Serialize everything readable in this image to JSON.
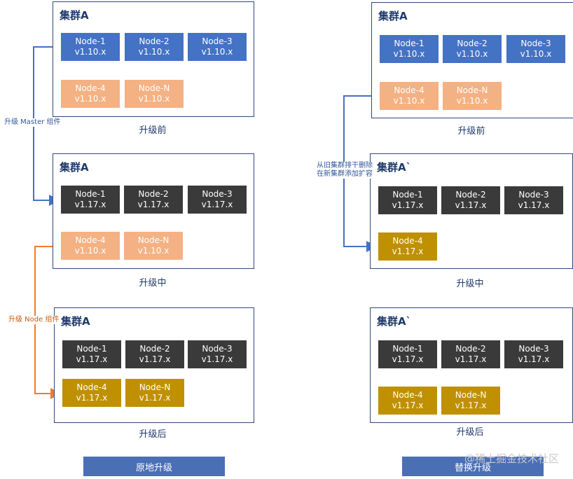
{
  "left": {
    "clusters": [
      {
        "title": "集群A",
        "caption": "升级前",
        "nodes": [
          {
            "name": "Node-1",
            "version": "v1.10.x"
          },
          {
            "name": "Node-2",
            "version": "v1.10.x"
          },
          {
            "name": "Node-3",
            "version": "v1.10.x"
          },
          {
            "name": "Node-4",
            "version": "v1.10.x"
          },
          {
            "name": "Node-N",
            "version": "v1.10.x"
          }
        ]
      },
      {
        "title": "集群A",
        "caption": "升级中",
        "nodes": [
          {
            "name": "Node-1",
            "version": "v1.17.x"
          },
          {
            "name": "Node-2",
            "version": "v1.17.x"
          },
          {
            "name": "Node-3",
            "version": "v1.17.x"
          },
          {
            "name": "Node-4",
            "version": "v1.10.x"
          },
          {
            "name": "Node-N",
            "version": "v1.10.x"
          }
        ]
      },
      {
        "title": "集群A",
        "caption": "升级后",
        "nodes": [
          {
            "name": "Node-1",
            "version": "v1.17.x"
          },
          {
            "name": "Node-2",
            "version": "v1.17.x"
          },
          {
            "name": "Node-3",
            "version": "v1.17.x"
          },
          {
            "name": "Node-4",
            "version": "v1.17.x"
          },
          {
            "name": "Node-N",
            "version": "v1.17.x"
          }
        ]
      }
    ],
    "arrow_master_label": "升级 Master 组件",
    "arrow_node_label": "升级 Node 组件",
    "footer_label": "原地升级"
  },
  "right": {
    "clusters": [
      {
        "title": "集群A",
        "caption": "升级前",
        "nodes": [
          {
            "name": "Node-1",
            "version": "v1.10.x"
          },
          {
            "name": "Node-2",
            "version": "v1.10.x"
          },
          {
            "name": "Node-3",
            "version": "v1.10.x"
          },
          {
            "name": "Node-4",
            "version": "v1.10.x"
          },
          {
            "name": "Node-N",
            "version": "v1.10.x"
          }
        ]
      },
      {
        "title": "集群A`",
        "caption": "升级中",
        "nodes": [
          {
            "name": "Node-1",
            "version": "v1.17.x"
          },
          {
            "name": "Node-2",
            "version": "v1.17.x"
          },
          {
            "name": "Node-3",
            "version": "v1.17.x"
          },
          {
            "name": "Node-4",
            "version": "v1.17.x"
          }
        ]
      },
      {
        "title": "集群A`",
        "caption": "升级后",
        "nodes": [
          {
            "name": "Node-1",
            "version": "v1.17.x"
          },
          {
            "name": "Node-2",
            "version": "v1.17.x"
          },
          {
            "name": "Node-3",
            "version": "v1.17.x"
          },
          {
            "name": "Node-4",
            "version": "v1.17.x"
          },
          {
            "name": "Node-N",
            "version": "v1.17.x"
          }
        ]
      }
    ],
    "arrow_label_line1": "从旧集群排干删除",
    "arrow_label_line2": "在新集群添加扩容",
    "footer_label": "替换升级"
  },
  "watermark": "@稀土掘金技术社区",
  "colors": {
    "blue_node": "#4472c4",
    "salmon_node": "#f4b183",
    "dark_node": "#3a3a3a",
    "gold_node": "#bf9000",
    "blue_arrow": "#4472c4",
    "orange_arrow": "#ed7d31"
  }
}
